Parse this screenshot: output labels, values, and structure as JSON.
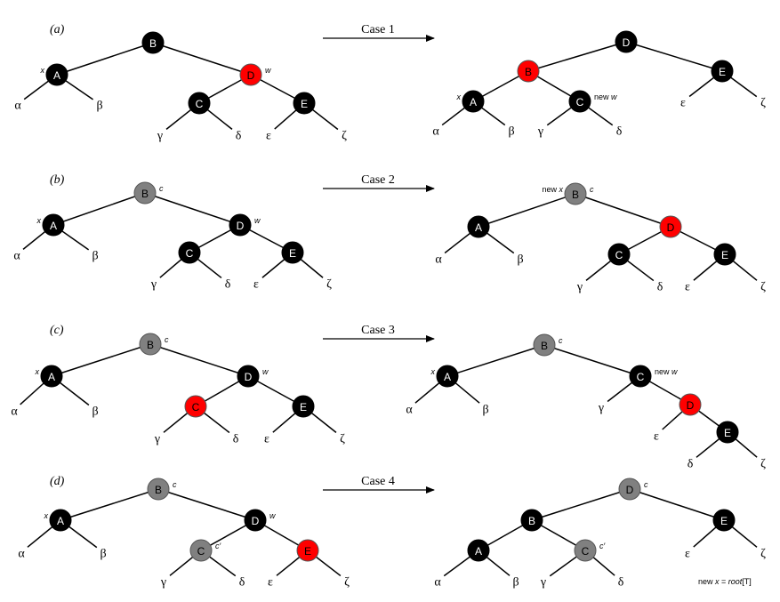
{
  "colors": {
    "black": "#000000",
    "red": "#ff0000",
    "gray": "#808080",
    "edge": "#000000"
  },
  "panels": [
    {
      "id": "a",
      "label": "(a)",
      "arrow_label": "Case 1",
      "before": {
        "nodes": [
          {
            "id": "B",
            "text": "B",
            "color": "black"
          },
          {
            "id": "A",
            "text": "A",
            "color": "black",
            "tag": "x"
          },
          {
            "id": "D",
            "text": "D",
            "color": "red",
            "tag": "w"
          },
          {
            "id": "C",
            "text": "C",
            "color": "black"
          },
          {
            "id": "E",
            "text": "E",
            "color": "black"
          }
        ],
        "edges": [
          [
            "B",
            "A"
          ],
          [
            "B",
            "D"
          ],
          [
            "D",
            "C"
          ],
          [
            "D",
            "E"
          ]
        ],
        "leaves": [
          {
            "parent": "A",
            "text": "α"
          },
          {
            "parent": "A",
            "text": "β"
          },
          {
            "parent": "C",
            "text": "γ"
          },
          {
            "parent": "C",
            "text": "δ"
          },
          {
            "parent": "E",
            "text": "ε"
          },
          {
            "parent": "E",
            "text": "ζ"
          }
        ]
      },
      "after": {
        "nodes": [
          {
            "id": "D",
            "text": "D",
            "color": "black"
          },
          {
            "id": "B",
            "text": "B",
            "color": "red"
          },
          {
            "id": "E",
            "text": "E",
            "color": "black"
          },
          {
            "id": "A",
            "text": "A",
            "color": "black",
            "tag": "x"
          },
          {
            "id": "C",
            "text": "C",
            "color": "black",
            "tag": "new w"
          }
        ],
        "edges": [
          [
            "D",
            "B"
          ],
          [
            "D",
            "E"
          ],
          [
            "B",
            "A"
          ],
          [
            "B",
            "C"
          ]
        ],
        "leaves": [
          {
            "parent": "A",
            "text": "α"
          },
          {
            "parent": "A",
            "text": "β"
          },
          {
            "parent": "C",
            "text": "γ"
          },
          {
            "parent": "C",
            "text": "δ"
          },
          {
            "parent": "E",
            "text": "ε"
          },
          {
            "parent": "E",
            "text": "ζ"
          }
        ]
      }
    },
    {
      "id": "b",
      "label": "(b)",
      "arrow_label": "Case 2",
      "before": {
        "nodes": [
          {
            "id": "B",
            "text": "B",
            "color": "gray",
            "tag": "c"
          },
          {
            "id": "A",
            "text": "A",
            "color": "black",
            "tag": "x"
          },
          {
            "id": "D",
            "text": "D",
            "color": "black",
            "tag": "w"
          },
          {
            "id": "C",
            "text": "C",
            "color": "black"
          },
          {
            "id": "E",
            "text": "E",
            "color": "black"
          }
        ],
        "edges": [
          [
            "B",
            "A"
          ],
          [
            "B",
            "D"
          ],
          [
            "D",
            "C"
          ],
          [
            "D",
            "E"
          ]
        ],
        "leaves": [
          {
            "parent": "A",
            "text": "α"
          },
          {
            "parent": "A",
            "text": "β"
          },
          {
            "parent": "C",
            "text": "γ"
          },
          {
            "parent": "C",
            "text": "δ"
          },
          {
            "parent": "E",
            "text": "ε"
          },
          {
            "parent": "E",
            "text": "ζ"
          }
        ]
      },
      "after": {
        "nodes": [
          {
            "id": "B",
            "text": "B",
            "color": "gray",
            "tag": "c",
            "pretag": "new x"
          },
          {
            "id": "A",
            "text": "A",
            "color": "black"
          },
          {
            "id": "D",
            "text": "D",
            "color": "red"
          },
          {
            "id": "C",
            "text": "C",
            "color": "black"
          },
          {
            "id": "E",
            "text": "E",
            "color": "black"
          }
        ],
        "edges": [
          [
            "B",
            "A"
          ],
          [
            "B",
            "D"
          ],
          [
            "D",
            "C"
          ],
          [
            "D",
            "E"
          ]
        ],
        "leaves": [
          {
            "parent": "A",
            "text": "α"
          },
          {
            "parent": "A",
            "text": "β"
          },
          {
            "parent": "C",
            "text": "γ"
          },
          {
            "parent": "C",
            "text": "δ"
          },
          {
            "parent": "E",
            "text": "ε"
          },
          {
            "parent": "E",
            "text": "ζ"
          }
        ]
      }
    },
    {
      "id": "c",
      "label": "(c)",
      "arrow_label": "Case 3",
      "before": {
        "nodes": [
          {
            "id": "B",
            "text": "B",
            "color": "gray",
            "tag": "c"
          },
          {
            "id": "A",
            "text": "A",
            "color": "black",
            "tag": "x"
          },
          {
            "id": "D",
            "text": "D",
            "color": "black",
            "tag": "w"
          },
          {
            "id": "C",
            "text": "C",
            "color": "red"
          },
          {
            "id": "E",
            "text": "E",
            "color": "black"
          }
        ],
        "edges": [
          [
            "B",
            "A"
          ],
          [
            "B",
            "D"
          ],
          [
            "D",
            "C"
          ],
          [
            "D",
            "E"
          ]
        ],
        "leaves": [
          {
            "parent": "A",
            "text": "α"
          },
          {
            "parent": "A",
            "text": "β"
          },
          {
            "parent": "C",
            "text": "γ"
          },
          {
            "parent": "C",
            "text": "δ"
          },
          {
            "parent": "E",
            "text": "ε"
          },
          {
            "parent": "E",
            "text": "ζ"
          }
        ]
      },
      "after": {
        "nodes": [
          {
            "id": "B",
            "text": "B",
            "color": "gray",
            "tag": "c"
          },
          {
            "id": "A",
            "text": "A",
            "color": "black",
            "tag": "x"
          },
          {
            "id": "C",
            "text": "C",
            "color": "black",
            "tag": "new w"
          },
          {
            "id": "D",
            "text": "D",
            "color": "red"
          },
          {
            "id": "E",
            "text": "E",
            "color": "black"
          }
        ],
        "edges": [
          [
            "B",
            "A"
          ],
          [
            "B",
            "C"
          ],
          [
            "C",
            "D"
          ],
          [
            "D",
            "E"
          ]
        ],
        "leaves": [
          {
            "parent": "A",
            "text": "α"
          },
          {
            "parent": "A",
            "text": "β"
          },
          {
            "parent": "C",
            "text": "γ"
          },
          {
            "parent": "D",
            "text": "ε"
          },
          {
            "parent": "E",
            "text": "δ"
          },
          {
            "parent": "E",
            "text": "ζ"
          }
        ]
      }
    },
    {
      "id": "d",
      "label": "(d)",
      "arrow_label": "Case 4",
      "before": {
        "nodes": [
          {
            "id": "B",
            "text": "B",
            "color": "gray",
            "tag": "c"
          },
          {
            "id": "A",
            "text": "A",
            "color": "black",
            "tag": "x"
          },
          {
            "id": "D",
            "text": "D",
            "color": "black",
            "tag": "w"
          },
          {
            "id": "C",
            "text": "C",
            "color": "gray",
            "tag": "c′"
          },
          {
            "id": "E",
            "text": "E",
            "color": "red"
          }
        ],
        "edges": [
          [
            "B",
            "A"
          ],
          [
            "B",
            "D"
          ],
          [
            "D",
            "C"
          ],
          [
            "D",
            "E"
          ]
        ],
        "leaves": [
          {
            "parent": "A",
            "text": "α"
          },
          {
            "parent": "A",
            "text": "β"
          },
          {
            "parent": "C",
            "text": "γ"
          },
          {
            "parent": "C",
            "text": "δ"
          },
          {
            "parent": "E",
            "text": "ε"
          },
          {
            "parent": "E",
            "text": "ζ"
          }
        ]
      },
      "after": {
        "nodes": [
          {
            "id": "D",
            "text": "D",
            "color": "gray",
            "tag": "c"
          },
          {
            "id": "B",
            "text": "B",
            "color": "black"
          },
          {
            "id": "E",
            "text": "E",
            "color": "black"
          },
          {
            "id": "A",
            "text": "A",
            "color": "black"
          },
          {
            "id": "C",
            "text": "C",
            "color": "gray",
            "tag": "c′"
          }
        ],
        "edges": [
          [
            "D",
            "B"
          ],
          [
            "D",
            "E"
          ],
          [
            "B",
            "A"
          ],
          [
            "B",
            "C"
          ]
        ],
        "leaves": [
          {
            "parent": "A",
            "text": "α"
          },
          {
            "parent": "A",
            "text": "β"
          },
          {
            "parent": "C",
            "text": "γ"
          },
          {
            "parent": "C",
            "text": "δ"
          },
          {
            "parent": "E",
            "text": "ε"
          },
          {
            "parent": "E",
            "text": "ζ"
          }
        ]
      }
    }
  ],
  "footnote": {
    "prefix": "new ",
    "var": "x",
    "mid": " = ",
    "func": "root",
    "arg": "[T]"
  }
}
